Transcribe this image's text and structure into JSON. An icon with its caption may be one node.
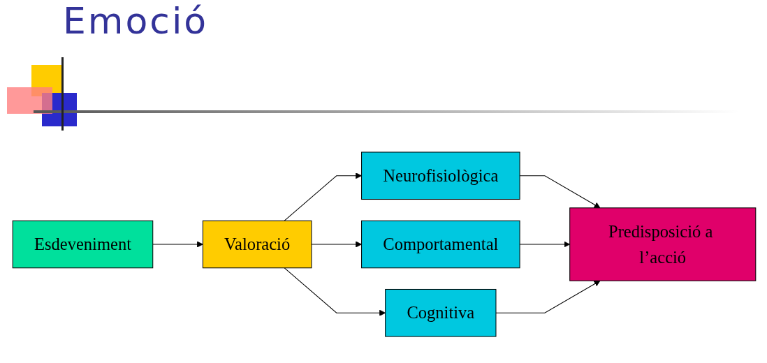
{
  "diagram": {
    "title": "Emoció",
    "nodes": [
      {
        "text": [
          "Esdeveniment"
        ]
      },
      {
        "text": [
          "Valoració"
        ]
      },
      {
        "text": [
          "Neurofisiològica"
        ]
      },
      {
        "text": [
          "Comportamental"
        ]
      },
      {
        "text": [
          "Cognitiva"
        ]
      },
      {
        "text": [
          "Predisposició a l’acció"
        ]
      }
    ],
    "edges": [
      {
        "from": 0,
        "to": 1,
        "arrow": "to"
      },
      {
        "from": 1,
        "to": 2,
        "arrow": "to"
      },
      {
        "from": 1,
        "to": 3,
        "arrow": "to"
      },
      {
        "from": 1,
        "to": 4,
        "arrow": "to"
      },
      {
        "from": 2,
        "to": 5,
        "arrow": "to"
      },
      {
        "from": 3,
        "to": 5,
        "arrow": "to"
      },
      {
        "from": 4,
        "to": 5,
        "arrow": "to"
      }
    ]
  }
}
